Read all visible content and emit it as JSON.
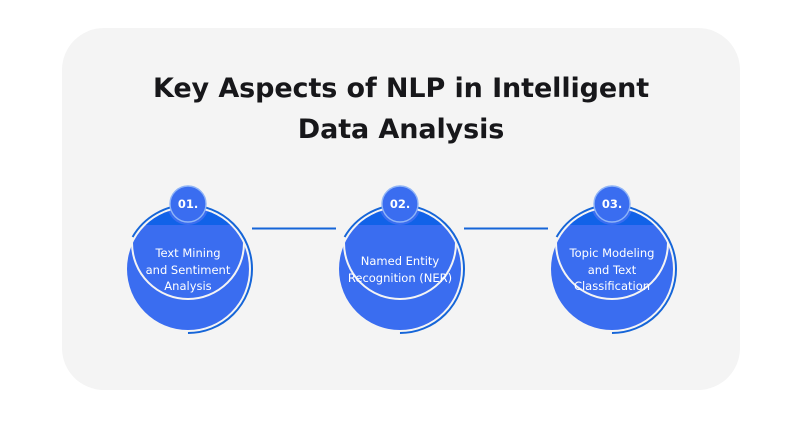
{
  "panel": {
    "background_color": "#f4f4f4"
  },
  "header": {
    "title_lines": [
      "Key Aspects of NLP in Intelligent",
      "Data Analysis"
    ],
    "title_color": "#17171a"
  },
  "colors": {
    "circle_fill": "#3a6df0",
    "circle_cap": "#1162e8",
    "ring_stroke": "#1565d8",
    "connector": "#1565d8",
    "badge_fill": "#3a6df0",
    "badge_ring": "#8fb4f7",
    "text_on_circle": "#ffffff",
    "page_background": "#ffffff"
  },
  "nodes": [
    {
      "badge": "01.",
      "label_lines": [
        "Text Mining",
        "and Sentiment",
        "Analysis"
      ]
    },
    {
      "badge": "02.",
      "label_lines": [
        "Named Entity",
        "Recognition (NER)"
      ]
    },
    {
      "badge": "03.",
      "label_lines": [
        "Topic Modeling",
        "and Text",
        "Classification"
      ]
    }
  ]
}
